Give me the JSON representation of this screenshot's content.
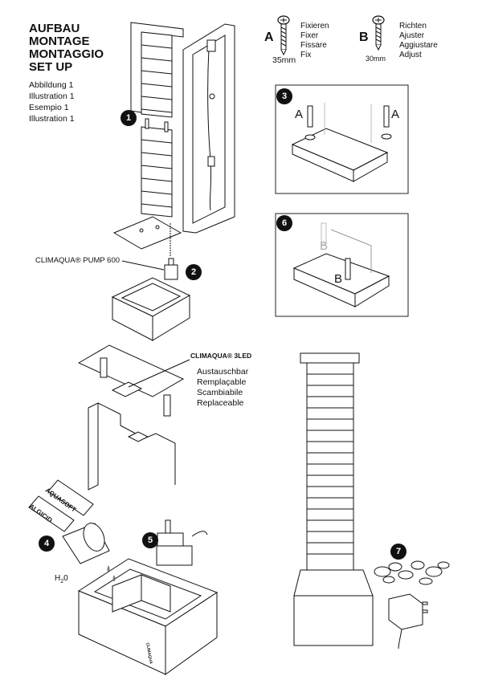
{
  "title": {
    "lines": [
      "AUFBAU",
      "MONTAGE",
      "MONTAGGIO",
      "SET UP"
    ]
  },
  "captions": [
    "Abbildung 1",
    "Illustration 1",
    "Esempio 1",
    "Illustration 1"
  ],
  "screws": {
    "a": {
      "letter": "A",
      "length": "35mm",
      "labels": [
        "Fixieren",
        "Fixer",
        "Fissare",
        "Fix"
      ]
    },
    "b": {
      "letter": "B",
      "length": "30mm",
      "labels": [
        "Richten",
        "Ajuster",
        "Aggiustare",
        "Adjust"
      ]
    }
  },
  "steps": [
    "1",
    "2",
    "3",
    "4",
    "5",
    "6",
    "7"
  ],
  "pump_label": "CLIMAQUA® PUMP 600",
  "led": {
    "label": "CLIMAQUA® 3LED",
    "lines": [
      "Austauschbar",
      "Remplaçable",
      "Scambiabile",
      "Replaceable"
    ]
  },
  "detail_labels": {
    "a_left": "A",
    "a_right": "A",
    "b_ghost": "B",
    "b_front": "B"
  },
  "bottles": {
    "left": "ALGICID",
    "right": "AQUASOFT"
  },
  "water": {
    "main": "H",
    "sub": "2",
    "tail": "0"
  },
  "basin_brand": "CLIMAQUA"
}
